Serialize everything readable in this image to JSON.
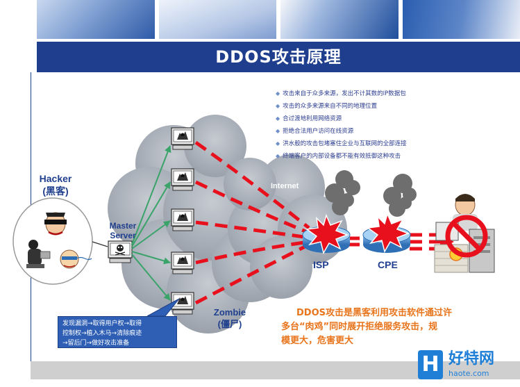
{
  "title": "DDOS攻击原理",
  "bullets": [
    "攻击来自于众多来源，发出不计其数的IP数据包",
    "攻击的众多来源来自不同的地理位置",
    "合过渡地利用网络资源",
    "拒绝合法用户访问在线资源",
    "洪水般的攻击包堵塞住企业与互联网的全部连接",
    "终端客户的内部设备都不能有效抵御这种攻击"
  ],
  "labels": {
    "hacker": "Hacker",
    "hacker_cn": "(黑客)",
    "master": "Master",
    "server": "Server",
    "internet": "Internet",
    "isp": "ISP",
    "cpe": "CPE",
    "zombie": "Zombie",
    "zombie_cn": "(僵尸)"
  },
  "steps": {
    "line1": "发现漏洞→取得用户权→取得",
    "line2": "控制权→植入木马→清除痕迹",
    "line3": "→留后门→做好攻击准备"
  },
  "conclusion": {
    "line1": "DDOS攻击是黑客利用攻击软件通过许",
    "line2": "多台“肉鸡”同时展开拒绝服务攻击，规",
    "line3": "模更大，危害更大"
  },
  "logo": {
    "badge": "H",
    "name": "好特网",
    "site": "haote.com"
  },
  "colors": {
    "title_bar": "#1f3f8e",
    "attack_lines": "#e8101c",
    "control_lines": "#3aa36a",
    "conclusion_text": "#e8741b",
    "steps_box": "#2e5fb5"
  },
  "icons": [
    "hacker-avatar-icon",
    "computer-icon",
    "skull-icon",
    "router-icon",
    "explosion-icon",
    "smoke-icon",
    "no-entry-icon",
    "server-victim-icon"
  ]
}
